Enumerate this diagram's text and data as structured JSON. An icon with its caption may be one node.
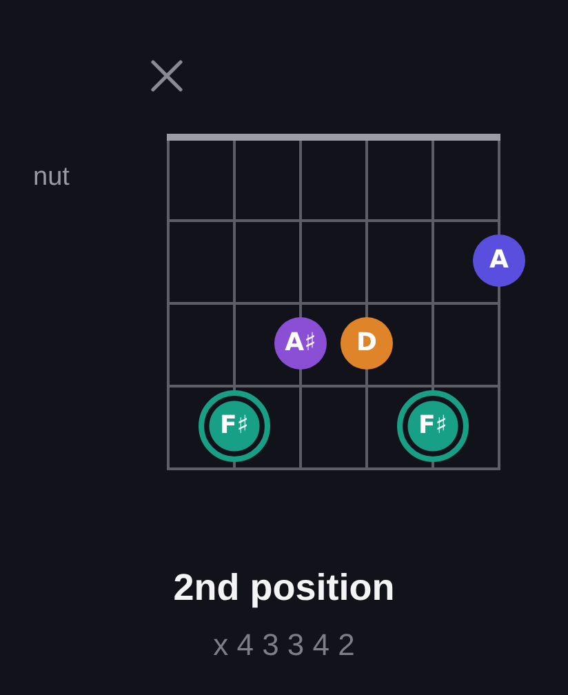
{
  "diagram": {
    "title": "2nd position",
    "caption": "x 4 3 3 4 2",
    "nodes": [
      {
        "text": [
          "A"
        ]
      },
      {
        "text": [
          "A♯"
        ]
      },
      {
        "text": [
          "D"
        ]
      },
      {
        "text": [
          "F♯"
        ]
      },
      {
        "text": [
          "F♯"
        ]
      }
    ],
    "labels": [
      "nut"
    ]
  }
}
